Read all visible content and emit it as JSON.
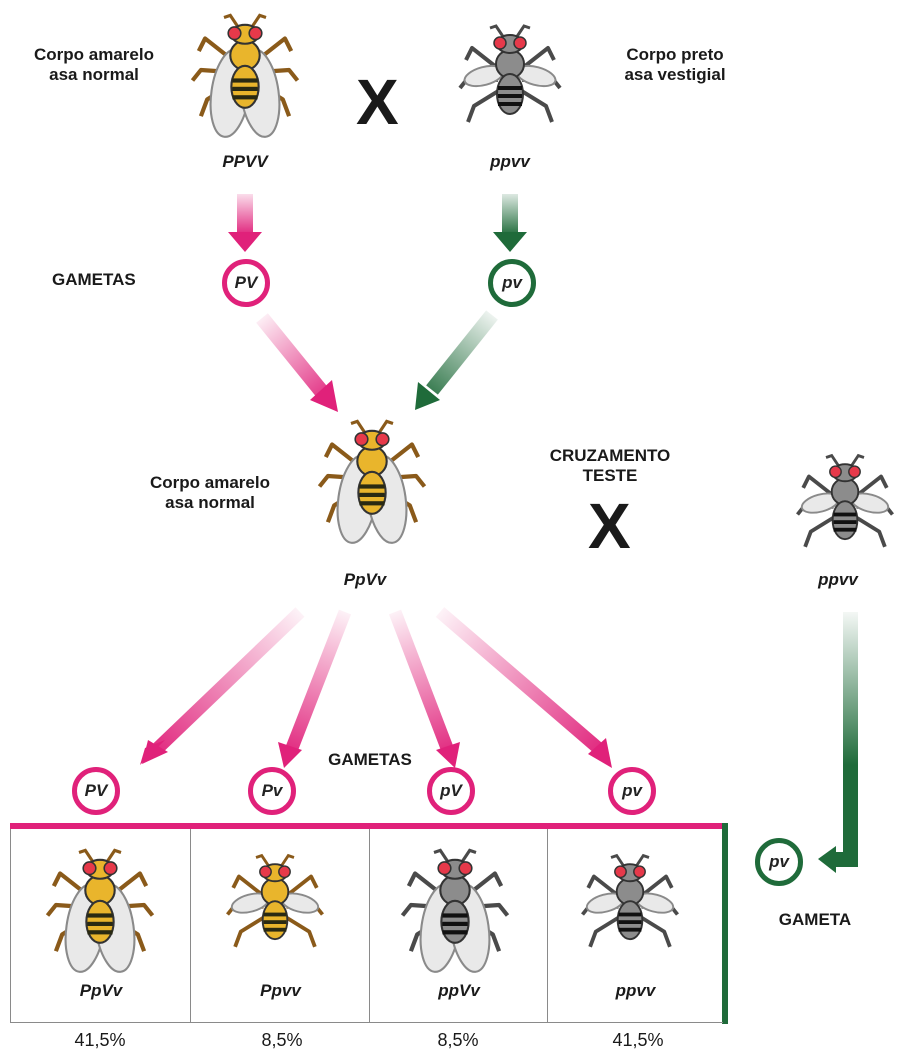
{
  "parents": {
    "left": {
      "label": "Corpo amarelo\nasa normal",
      "genotype": "PPVV"
    },
    "right": {
      "label": "Corpo preto\nasa vestigial",
      "genotype": "ppvv"
    },
    "cross_symbol": "X"
  },
  "gametes_label": "GAMETAS",
  "parent_gametes": {
    "left": "PV",
    "right": "pv"
  },
  "f1": {
    "label": "Corpo amarelo\nasa normal",
    "genotype": "PpVv"
  },
  "test_cross": {
    "label": "CRUZAMENTO\nTESTE",
    "symbol": "X",
    "partner_genotype": "ppvv"
  },
  "f1_gametes_label": "GAMETAS",
  "f1_gametes": [
    "PV",
    "Pv",
    "pV",
    "pv"
  ],
  "partner_gamete": {
    "value": "pv",
    "label": "GAMETA"
  },
  "offspring": [
    {
      "genotype": "PpVv",
      "percent": "41,5%",
      "body": "yellow",
      "wings": "normal"
    },
    {
      "genotype": "Ppvv",
      "percent": "8,5%",
      "body": "yellow",
      "wings": "vestigial"
    },
    {
      "genotype": "ppVv",
      "percent": "8,5%",
      "body": "black",
      "wings": "normal"
    },
    {
      "genotype": "ppvv",
      "percent": "41,5%",
      "body": "black",
      "wings": "vestigial"
    }
  ],
  "colors": {
    "pink": "#e0217a",
    "green": "#1f6b3a"
  }
}
